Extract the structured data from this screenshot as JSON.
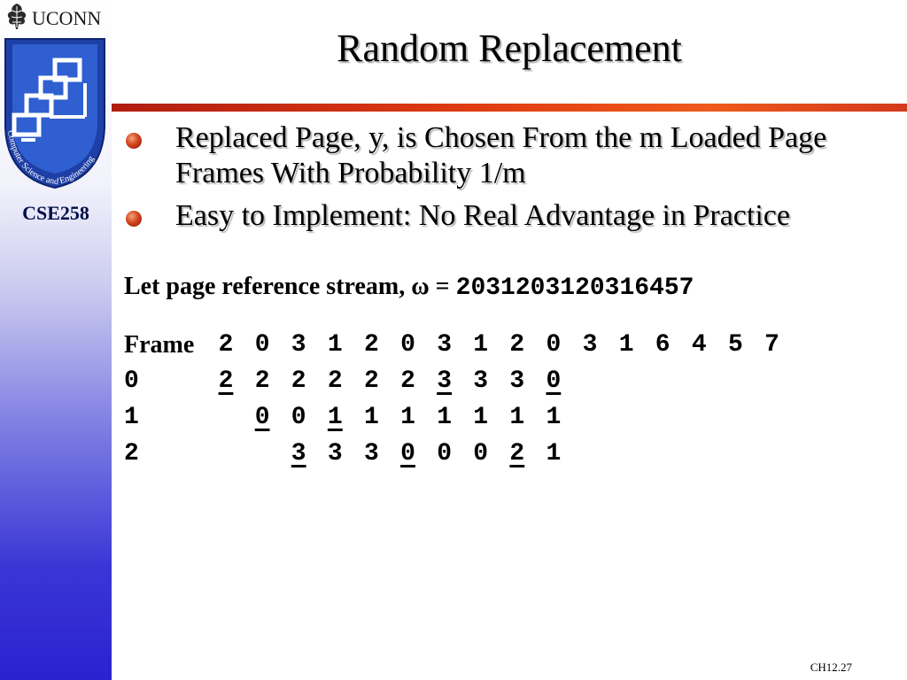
{
  "sidebar": {
    "logo_text": "UCONN",
    "badge_text": "Computer Science and Engineering",
    "course_code": "CSE258"
  },
  "title": "Random Replacement",
  "bullets": [
    "Replaced Page, y, is Chosen From the m Loaded Page Frames With Probability 1/m",
    "Easy to Implement: No Real Advantage in Practice"
  ],
  "stream": {
    "label": "Let page reference stream, ",
    "symbol": "ω",
    "equals": " = ",
    "value": "2031203120316457"
  },
  "table": {
    "header_label": "Frame",
    "references": [
      "2",
      "0",
      "3",
      "1",
      "2",
      "0",
      "3",
      "1",
      "2",
      "0",
      "3",
      "1",
      "6",
      "4",
      "5",
      "7"
    ],
    "rows": [
      {
        "label": "0",
        "cells": [
          {
            "col": 0,
            "v": "2",
            "u": true
          },
          {
            "col": 1,
            "v": "2",
            "u": false
          },
          {
            "col": 2,
            "v": "2",
            "u": false
          },
          {
            "col": 3,
            "v": "2",
            "u": false
          },
          {
            "col": 4,
            "v": "2",
            "u": false
          },
          {
            "col": 5,
            "v": "2",
            "u": false
          },
          {
            "col": 6,
            "v": "3",
            "u": true
          },
          {
            "col": 7,
            "v": "3",
            "u": false
          },
          {
            "col": 8,
            "v": "3",
            "u": false
          },
          {
            "col": 9,
            "v": "0",
            "u": true
          }
        ]
      },
      {
        "label": "1",
        "cells": [
          {
            "col": 1,
            "v": "0",
            "u": true
          },
          {
            "col": 2,
            "v": "0",
            "u": false
          },
          {
            "col": 3,
            "v": "1",
            "u": true
          },
          {
            "col": 4,
            "v": "1",
            "u": false
          },
          {
            "col": 5,
            "v": "1",
            "u": false
          },
          {
            "col": 6,
            "v": "1",
            "u": false
          },
          {
            "col": 7,
            "v": "1",
            "u": false
          },
          {
            "col": 8,
            "v": "1",
            "u": false
          },
          {
            "col": 9,
            "v": "1",
            "u": false
          }
        ]
      },
      {
        "label": "2",
        "cells": [
          {
            "col": 2,
            "v": "3",
            "u": true
          },
          {
            "col": 3,
            "v": "3",
            "u": false
          },
          {
            "col": 4,
            "v": "3",
            "u": false
          },
          {
            "col": 5,
            "v": "0",
            "u": true
          },
          {
            "col": 6,
            "v": "0",
            "u": false
          },
          {
            "col": 7,
            "v": "0",
            "u": false
          },
          {
            "col": 8,
            "v": "2",
            "u": true
          },
          {
            "col": 9,
            "v": "1",
            "u": false
          }
        ]
      }
    ]
  },
  "slide_number": "CH12.27",
  "colors": {
    "accent_rule": "#e03b12",
    "bullet": "#d2451c",
    "sidebar_bottom": "#2a22cf",
    "course_code": "#000d47"
  }
}
